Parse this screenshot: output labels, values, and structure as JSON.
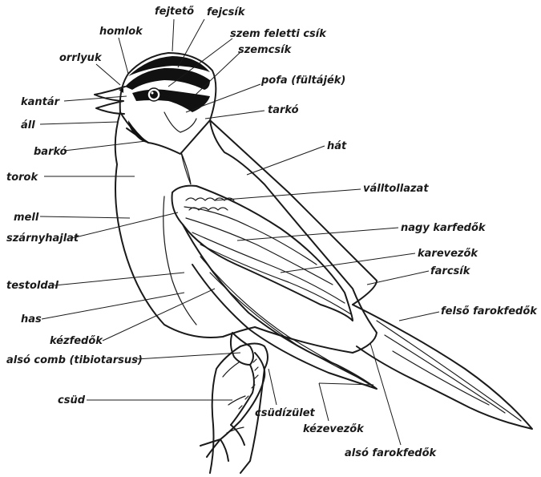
{
  "labels": [
    {
      "key": "fejteto",
      "text": "fejtető"
    },
    {
      "key": "fejcsik",
      "text": "fejcsík"
    },
    {
      "key": "homlok",
      "text": "homlok"
    },
    {
      "key": "szem_feletti_csik",
      "text": "szem feletti csík"
    },
    {
      "key": "szemcsik",
      "text": "szemcsík"
    },
    {
      "key": "orrlyuk",
      "text": "orrlyuk"
    },
    {
      "key": "pofa",
      "text": "pofa (fültájék)"
    },
    {
      "key": "kantar",
      "text": "kantár"
    },
    {
      "key": "tarko",
      "text": "tarkó"
    },
    {
      "key": "all",
      "text": "áll"
    },
    {
      "key": "barko",
      "text": "barkó"
    },
    {
      "key": "hat",
      "text": "hát"
    },
    {
      "key": "torok",
      "text": "torok"
    },
    {
      "key": "valltollazat",
      "text": "válltollazat"
    },
    {
      "key": "mell",
      "text": "mell"
    },
    {
      "key": "szarnyhajlat",
      "text": "szárnyhajlat"
    },
    {
      "key": "nagy_karfedok",
      "text": "nagy karfedők"
    },
    {
      "key": "karevezok",
      "text": "karevezők"
    },
    {
      "key": "testoldal",
      "text": "testoldal"
    },
    {
      "key": "farcsik",
      "text": "farcsík"
    },
    {
      "key": "has",
      "text": "has"
    },
    {
      "key": "felso_farokfedok",
      "text": "felső farokfedők"
    },
    {
      "key": "kezfedok",
      "text": "kézfedők"
    },
    {
      "key": "also_comb",
      "text": "alsó comb (tibiotarsus)"
    },
    {
      "key": "csud",
      "text": "csüd"
    },
    {
      "key": "csudizulet",
      "text": "csüdízület"
    },
    {
      "key": "kezevezok",
      "text": "kézevezők"
    },
    {
      "key": "also_farokfedok",
      "text": "alsó farokfedők"
    }
  ]
}
